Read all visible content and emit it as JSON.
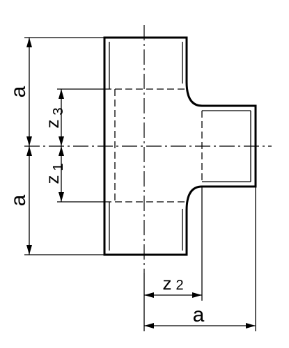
{
  "labels": {
    "a_left_upper": "a",
    "a_left_lower": "a",
    "z3": "z",
    "z3_sub": "3",
    "z1": "z",
    "z1_sub": "1",
    "z2": "z",
    "z2_sub": "2",
    "a_bottom": "a"
  }
}
